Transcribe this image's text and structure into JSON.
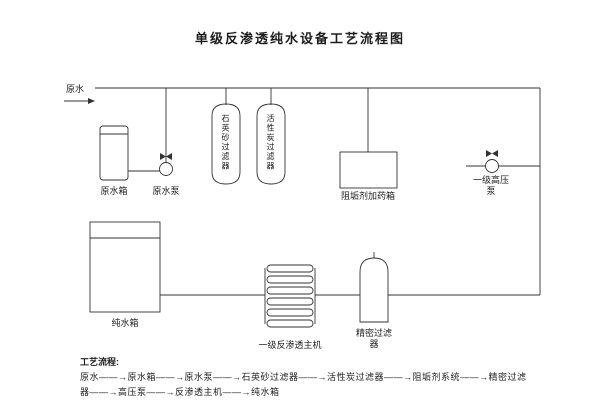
{
  "title": "单级反渗透纯水设备工艺流程图",
  "diagram": {
    "raw_water_in_label": "原水",
    "raw_tank_label": "原水箱",
    "raw_pump_label": "原水泵",
    "quartz_filter_label": "石英砂过滤器",
    "carbon_filter_label": "活性炭过滤器",
    "dosing_tank_label": "阻垢剂加药箱",
    "hp_pump_label": "一级高压泵",
    "pure_tank_label": "纯水箱",
    "ro_unit_label": "一级反渗透主机",
    "precision_filter_label": "精密过滤器"
  },
  "process_flow": {
    "heading": "工艺流程:",
    "line1": "原水——→原水箱——→原水泵——→石英砂过滤器——→活性炭过滤器——→阻垢剂系统——→精密过滤",
    "line2": "器——→高压泵——→反渗透主机——→纯水箱"
  },
  "colors": {
    "line": "#333333",
    "background": "#ffffff"
  }
}
